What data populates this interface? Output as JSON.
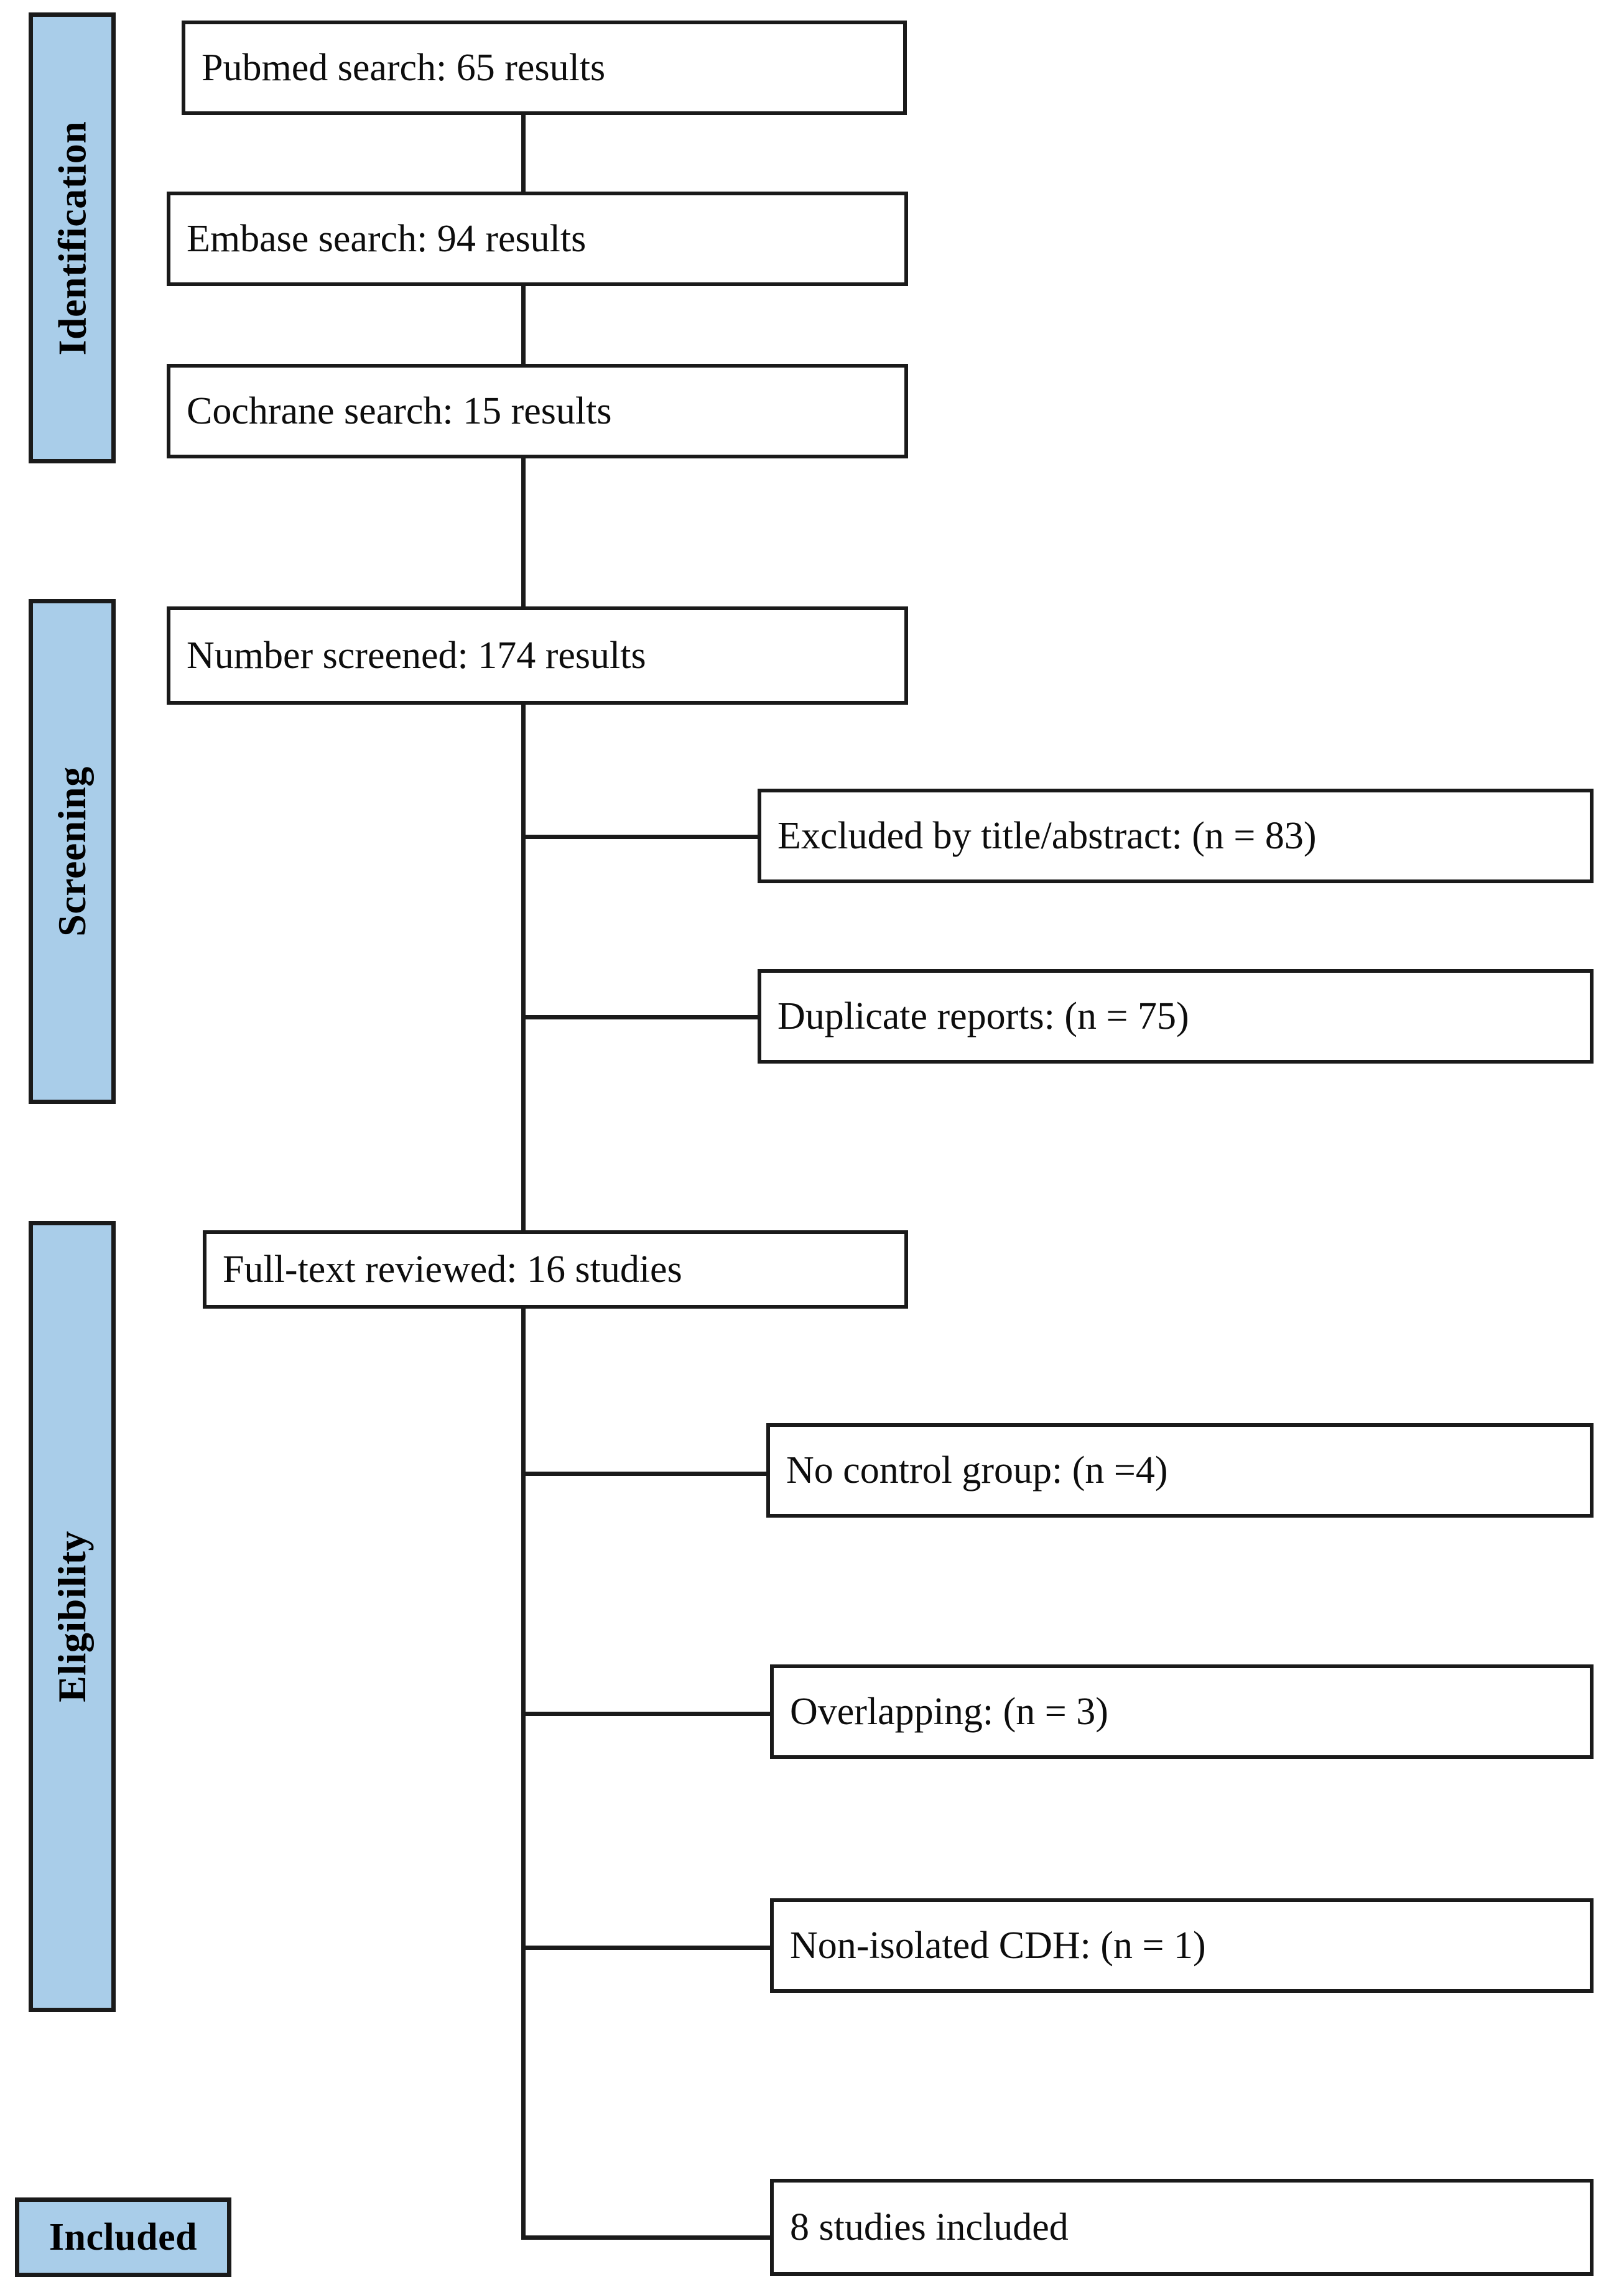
{
  "diagram": {
    "title": "PRISMA study selection flow diagram",
    "accent_color": "#a9cde9",
    "line_color": "#1a1a1a",
    "box_fill": "#ffffff"
  },
  "stages": [
    {
      "id": "identification",
      "label": "Identification",
      "orientation": "vertical"
    },
    {
      "id": "screening",
      "label": "Screening",
      "orientation": "vertical"
    },
    {
      "id": "eligibility",
      "label": "Eligibility",
      "orientation": "vertical"
    },
    {
      "id": "included",
      "label": "Included",
      "orientation": "horizontal"
    }
  ],
  "flow_boxes": [
    {
      "id": "pubmed",
      "label": "Pubmed search: 65 results"
    },
    {
      "id": "embase",
      "label": "Embase search: 94 results"
    },
    {
      "id": "cochrane",
      "label": "Cochrane search: 15 results"
    },
    {
      "id": "screened",
      "label": "Number screened: 174 results"
    },
    {
      "id": "excluded-title-abstract",
      "label": "Excluded by title/abstract: (n = 83)"
    },
    {
      "id": "duplicate-reports",
      "label": "Duplicate reports: (n = 75)"
    },
    {
      "id": "full-text",
      "label": "Full-text reviewed: 16 studies"
    },
    {
      "id": "no-control-group",
      "label": "No control group: (n =4)"
    },
    {
      "id": "overlapping",
      "label": "Overlapping: (n = 3)"
    },
    {
      "id": "non-isolated-cdh",
      "label": "Non-isolated CDH: (n = 1)"
    },
    {
      "id": "studies-included",
      "label": "8 studies included"
    }
  ],
  "chart_data": {
    "type": "table",
    "title": "PRISMA study selection flow diagram",
    "categories": [
      "Pubmed search",
      "Embase search",
      "Cochrane search",
      "Number screened",
      "Excluded by title/abstract",
      "Duplicate reports",
      "Full-text reviewed",
      "No control group",
      "Overlapping",
      "Non-isolated CDH",
      "Studies included"
    ],
    "values": [
      65,
      94,
      15,
      174,
      83,
      75,
      16,
      4,
      3,
      1,
      8
    ],
    "units": [
      "results",
      "results",
      "results",
      "results",
      "n",
      "n",
      "studies",
      "n",
      "n",
      "n",
      "studies"
    ],
    "stages": [
      "Identification",
      "Identification",
      "Identification",
      "Screening",
      "Screening",
      "Screening",
      "Eligibility",
      "Eligibility",
      "Eligibility",
      "Eligibility",
      "Included"
    ],
    "xlabel": "",
    "ylabel": ""
  }
}
